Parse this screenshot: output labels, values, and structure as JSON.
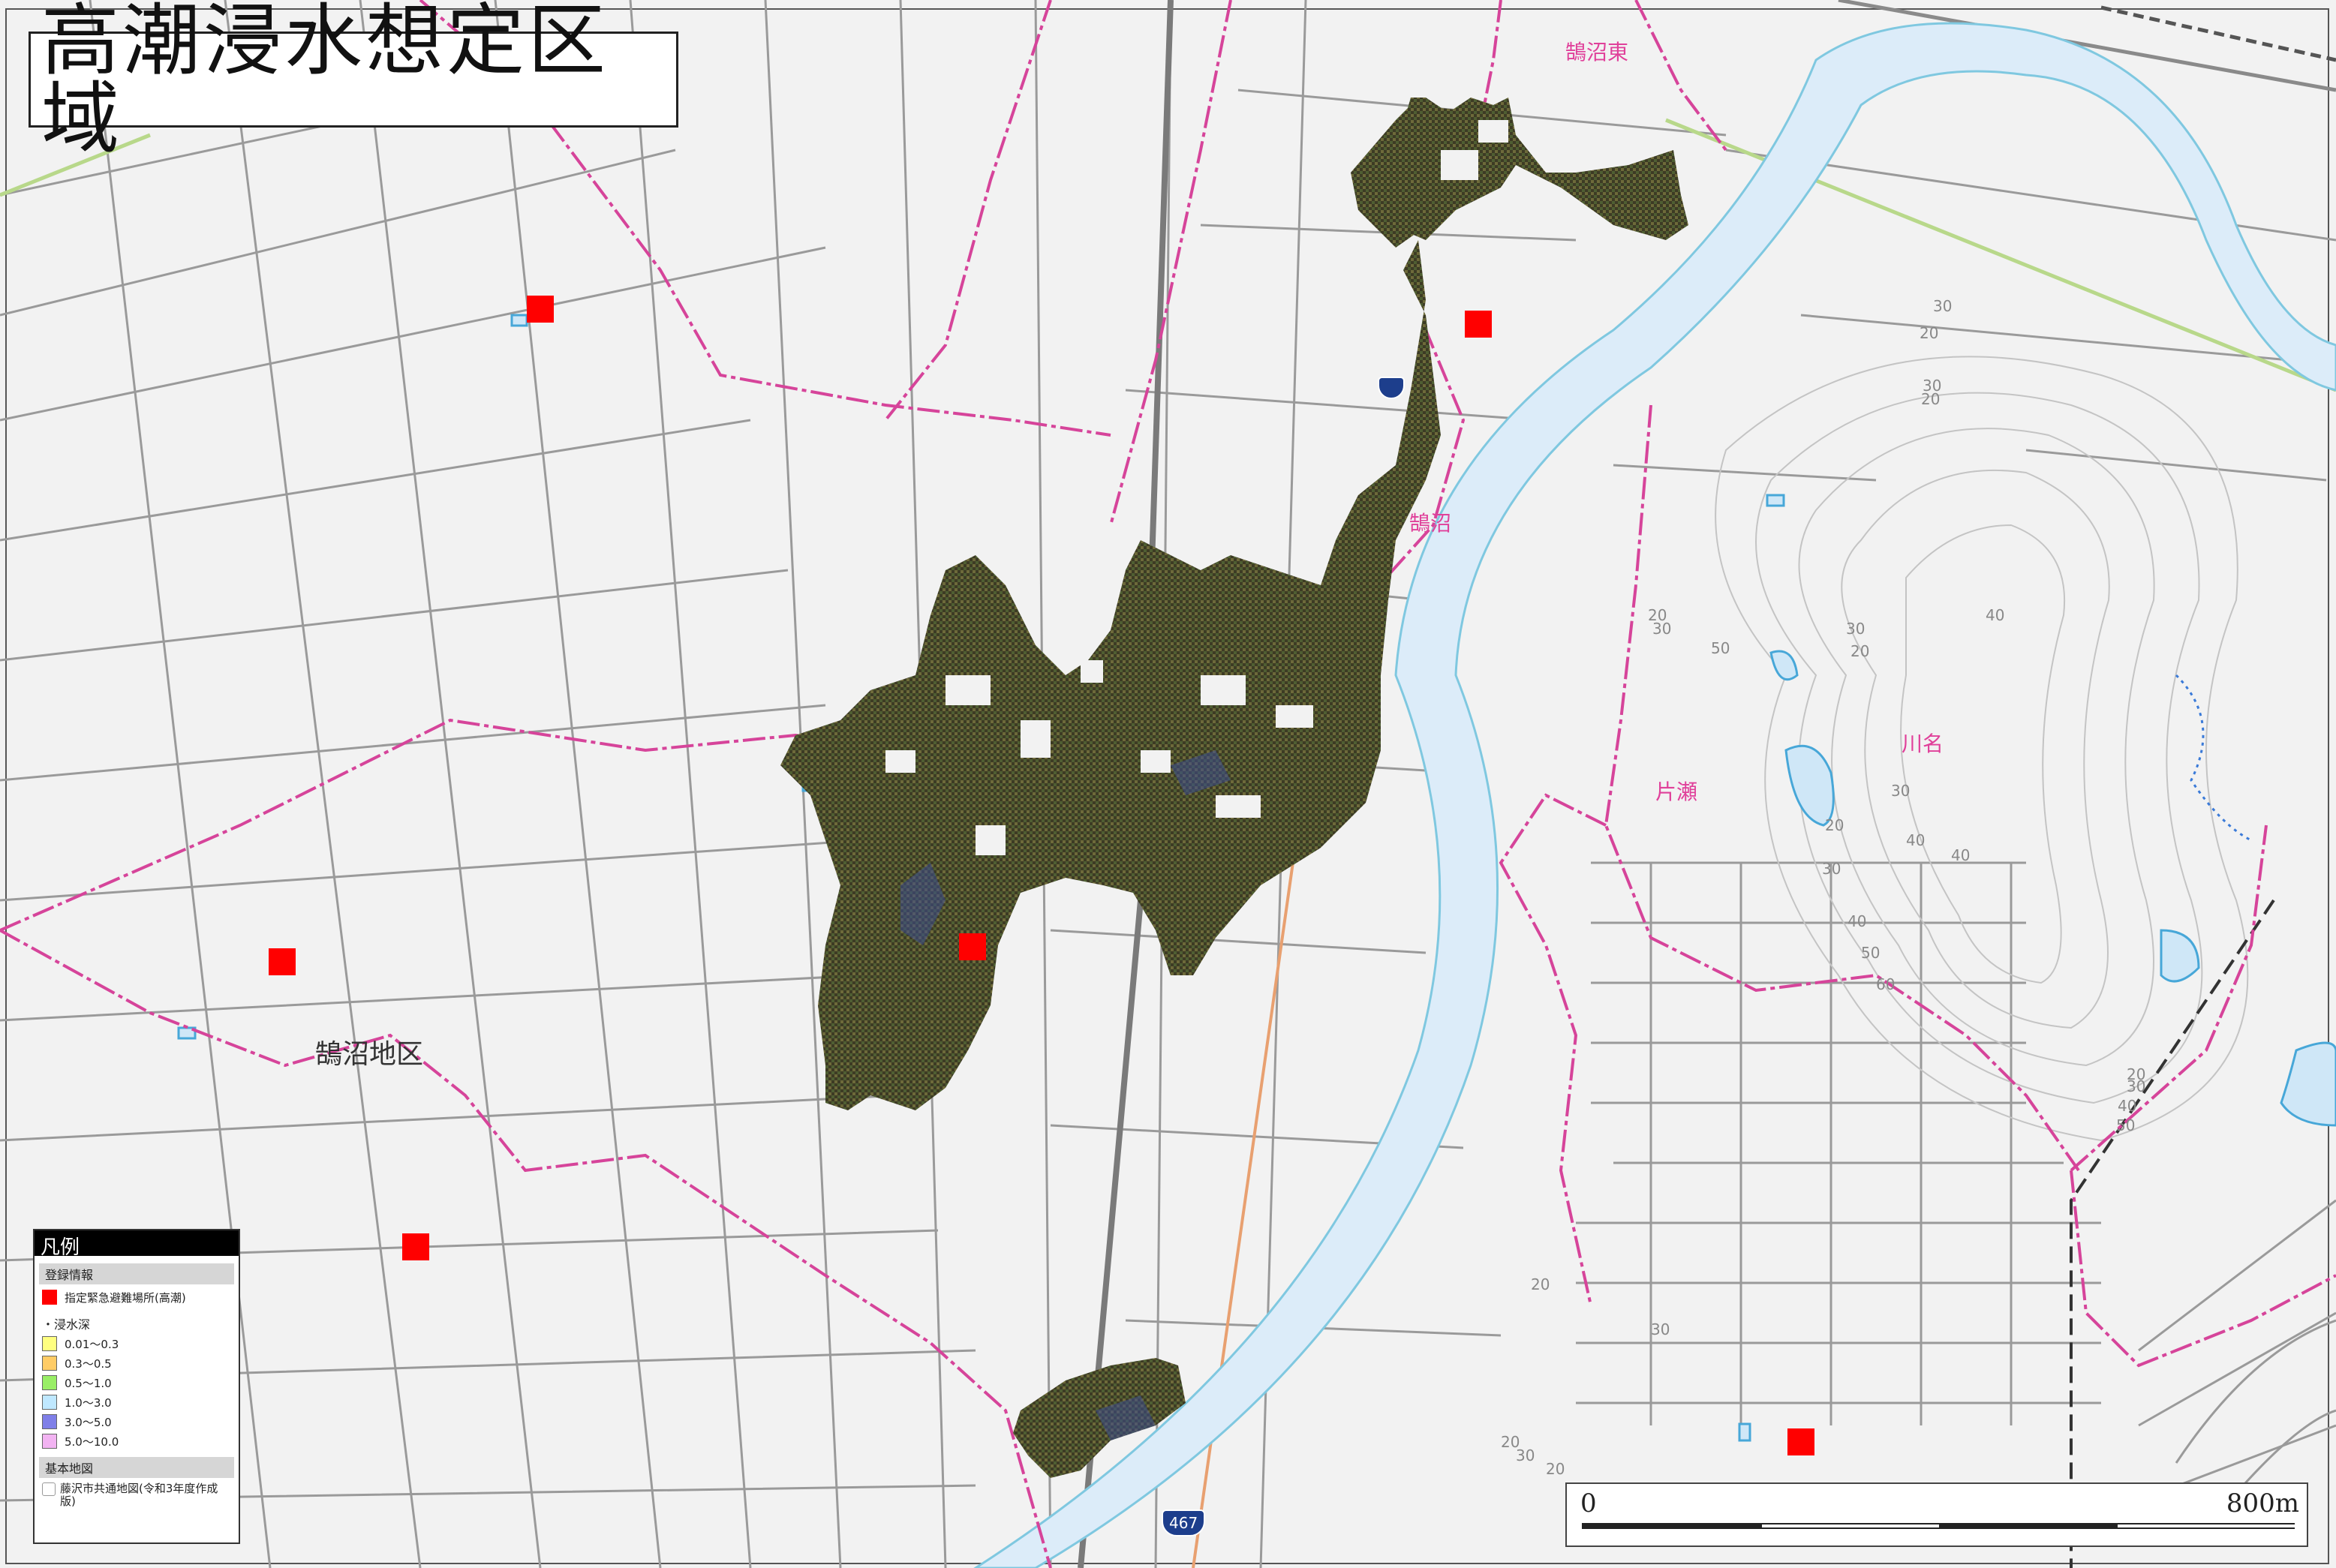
{
  "title": "高潮浸水想定区域",
  "places": {
    "kugenuma_higashi": "鵠沼東",
    "kugenuma": "鵠沼",
    "katase": "片瀬",
    "kawana": "川名",
    "kugenuma_district": "鵠沼地区",
    "route_467": "467"
  },
  "contour_labels": [
    "30",
    "20",
    "30",
    "20",
    "40",
    "20",
    "30",
    "50",
    "30",
    "20",
    "30",
    "40",
    "20",
    "30",
    "40",
    "50",
    "60",
    "20",
    "30",
    "40",
    "50",
    "20",
    "30",
    "20",
    "30",
    "20",
    "40"
  ],
  "legend": {
    "header": "凡例",
    "registered_section": "登録情報",
    "shelter_label": "指定緊急避難場所(高潮)",
    "depth_title": "・浸水深",
    "depth_classes": [
      {
        "label": "0.01～0.3",
        "color": "#ffff80"
      },
      {
        "label": "0.3～0.5",
        "color": "#ffcc66"
      },
      {
        "label": "0.5～1.0",
        "color": "#99ee66"
      },
      {
        "label": "1.0～3.0",
        "color": "#bfe8ff"
      },
      {
        "label": "3.0～5.0",
        "color": "#7f7fe8"
      },
      {
        "label": "5.0～10.0",
        "color": "#f2b3f2"
      }
    ],
    "basemap_section": "基本地図",
    "basemap_label": "藤沢市共通地図(令和3年度作成版)"
  },
  "scale": {
    "start": "0",
    "end": "800m"
  },
  "colors": {
    "flood": "#3f3f26",
    "shelter": "#ff0000",
    "boundary": "#d6449a",
    "river": "#dcecf9",
    "road": "#9a9a9a"
  }
}
